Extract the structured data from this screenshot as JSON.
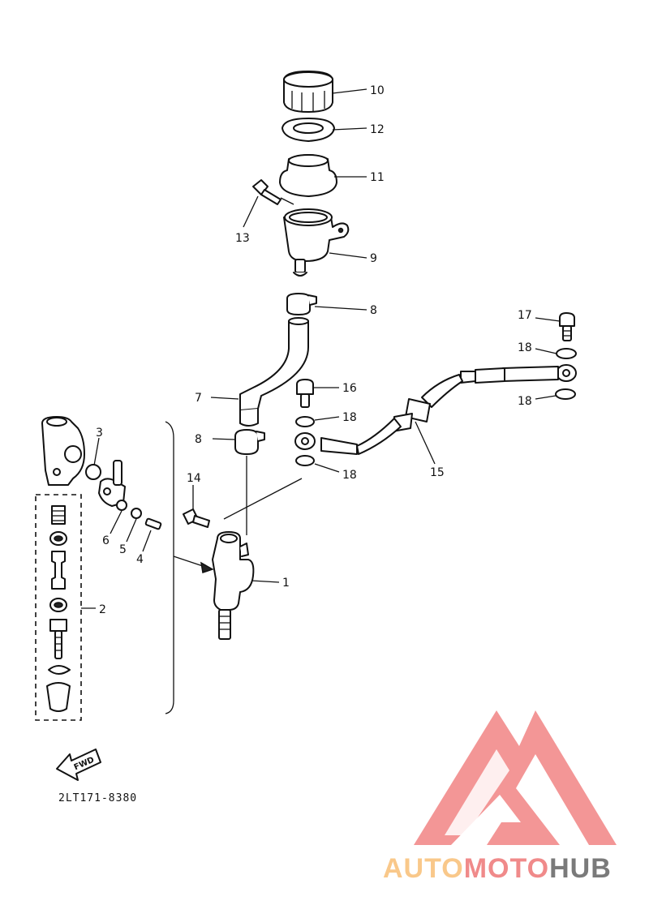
{
  "diagram": {
    "callouts": [
      {
        "id": "c10",
        "label": "10"
      },
      {
        "id": "c12",
        "label": "12"
      },
      {
        "id": "c11",
        "label": "11"
      },
      {
        "id": "c13",
        "label": "13"
      },
      {
        "id": "c9",
        "label": "9"
      },
      {
        "id": "c8a",
        "label": "8"
      },
      {
        "id": "c17",
        "label": "17"
      },
      {
        "id": "c18a",
        "label": "18"
      },
      {
        "id": "c16",
        "label": "16"
      },
      {
        "id": "c7",
        "label": "7"
      },
      {
        "id": "c18b",
        "label": "18"
      },
      {
        "id": "c18c",
        "label": "18"
      },
      {
        "id": "c3",
        "label": "3"
      },
      {
        "id": "c8b",
        "label": "8"
      },
      {
        "id": "c15",
        "label": "15"
      },
      {
        "id": "c18d",
        "label": "18"
      },
      {
        "id": "c14",
        "label": "14"
      },
      {
        "id": "c6",
        "label": "6"
      },
      {
        "id": "c5",
        "label": "5"
      },
      {
        "id": "c4",
        "label": "4"
      },
      {
        "id": "c1",
        "label": "1"
      },
      {
        "id": "c2",
        "label": "2"
      }
    ],
    "direction_label": "FWD",
    "drawing_code": "2LT171-8380"
  },
  "watermark": {
    "word_part1": "AUTO",
    "word_part2": "MOTO",
    "word_part3": "HUB",
    "colors": {
      "light": "#f9c88a",
      "mid": "#f08a8a",
      "dark": "#7a7a7a",
      "logo": "#f28b8b"
    }
  }
}
